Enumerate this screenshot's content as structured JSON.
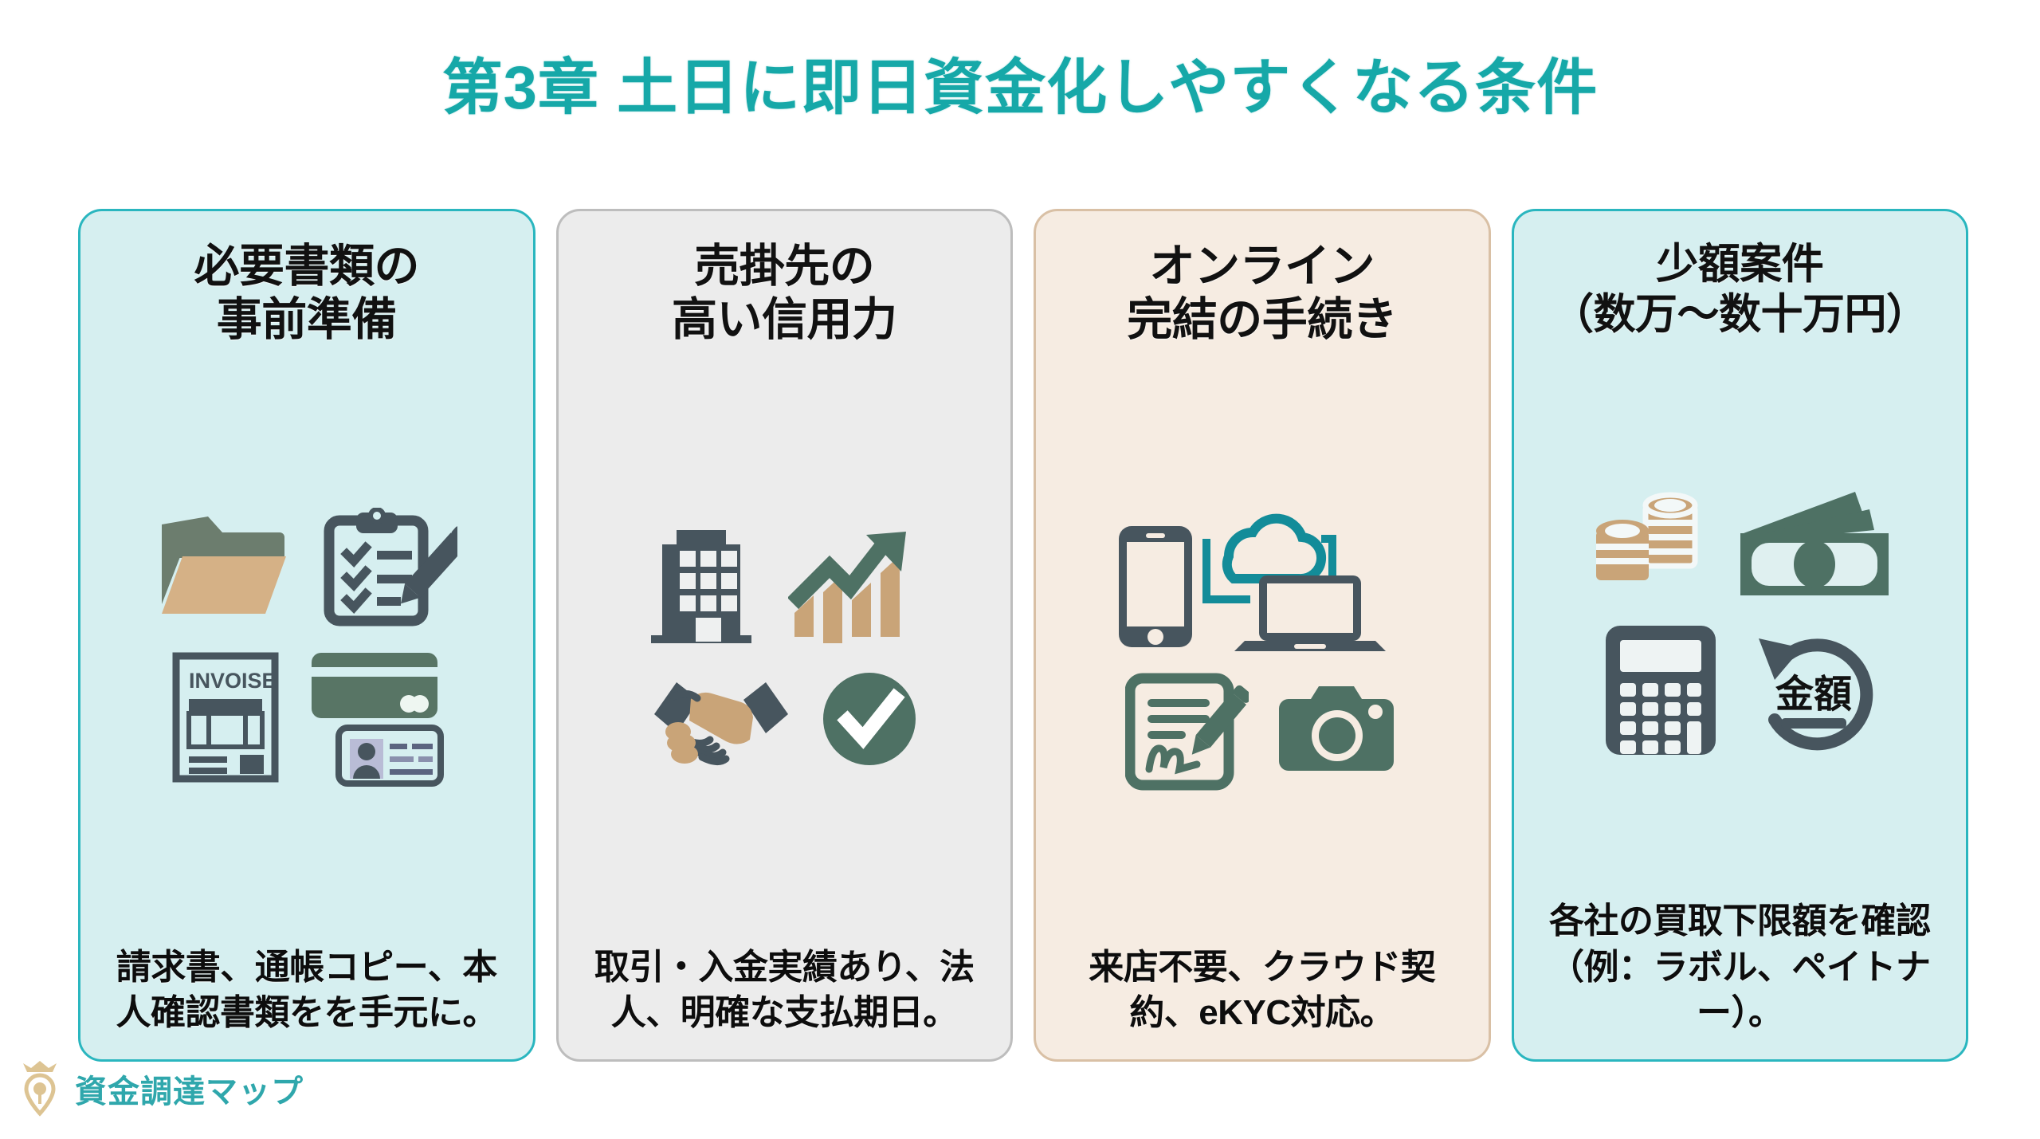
{
  "title": "第3章 土日に即日資金化しやすくなる条件",
  "theme": {
    "title_color": "#16a8a8",
    "card_teal_bg": "#d6eff0",
    "card_teal_border": "#2ab6bf",
    "card_gray_bg": "#ececec",
    "card_gray_border": "#bdbdbd",
    "card_cream_bg": "#f6ece2",
    "card_cream_border": "#d9c0a5",
    "icon_slate": "#47555e",
    "icon_green": "#4e7164",
    "icon_tan": "#c9a478",
    "icon_teal": "#138c99",
    "logo_color": "#2fa7ac",
    "logo_gold": "#ddc493"
  },
  "cards": [
    {
      "heading": "必要書類の\n事前準備",
      "body": "請求書、通帳コピー、本人確認書類をを手元に。",
      "icons": [
        "folder-icon",
        "clipboard-checklist-pen-icon",
        "invoice-document-icon",
        "bank-card-icon",
        "id-card-icon"
      ],
      "invoice_label": "INVOISE"
    },
    {
      "heading": "売掛先の\n高い信用力",
      "body": "取引・入金実績あり、法人、明確な支払期日。",
      "icons": [
        "office-building-icon",
        "growth-chart-icon",
        "handshake-icon",
        "check-circle-icon"
      ]
    },
    {
      "heading": "オンライン\n完結の手続き",
      "body": "来店不要、クラウド契約、eKYC対応。",
      "icons": [
        "smartphone-icon",
        "cloud-icon",
        "laptop-icon",
        "esignature-document-icon",
        "camera-icon"
      ]
    },
    {
      "heading": "少額案件\n（数万〜数十万円）",
      "body": "各社の買取下限額を確認（例：ラボル、ペイトナー）。",
      "icons": [
        "coin-stack-icon",
        "banknotes-icon",
        "calculator-icon",
        "amount-refresh-icon"
      ],
      "refresh_label": "金額"
    }
  ],
  "logo": {
    "text": "資金調達マップ",
    "icon": "crown-pin-logo-icon"
  }
}
